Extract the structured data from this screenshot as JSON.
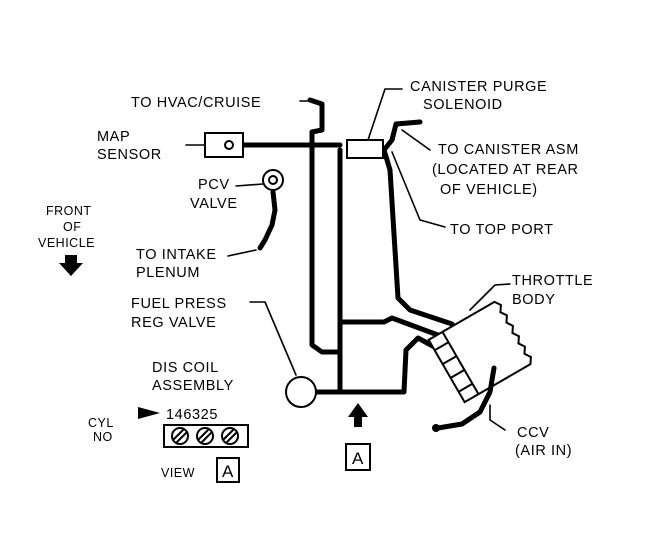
{
  "labels": {
    "canister_purge_1": "CANISTER PURGE",
    "canister_purge_2": "SOLENOID",
    "hvac_cruise": "TO HVAC/CRUISE",
    "map_1": "MAP",
    "map_2": "SENSOR",
    "canister_asm_1": "TO CANISTER ASM",
    "canister_asm_2": "(LOCATED AT REAR",
    "canister_asm_3": "OF VEHICLE)",
    "pcv_1": "PCV",
    "pcv_2": "VALVE",
    "front_1": "FRONT",
    "front_2": "OF",
    "front_3": "VEHICLE",
    "top_port": "TO TOP PORT",
    "intake_1": "TO INTAKE",
    "intake_2": "PLENUM",
    "throttle_1": "THROTTLE",
    "throttle_2": "BODY",
    "fuel_1": "FUEL PRESS",
    "fuel_2": "REG VALVE",
    "dis_1": "DIS COIL",
    "dis_2": "ASSEMBLY",
    "cyl_1": "CYL",
    "cyl_2": "NO",
    "cyl_order": "146325",
    "ccv_1": "CCV",
    "ccv_2": "(AIR IN)",
    "view": "VIEW",
    "view_letter": "A",
    "view_arrow_letter": "A"
  }
}
